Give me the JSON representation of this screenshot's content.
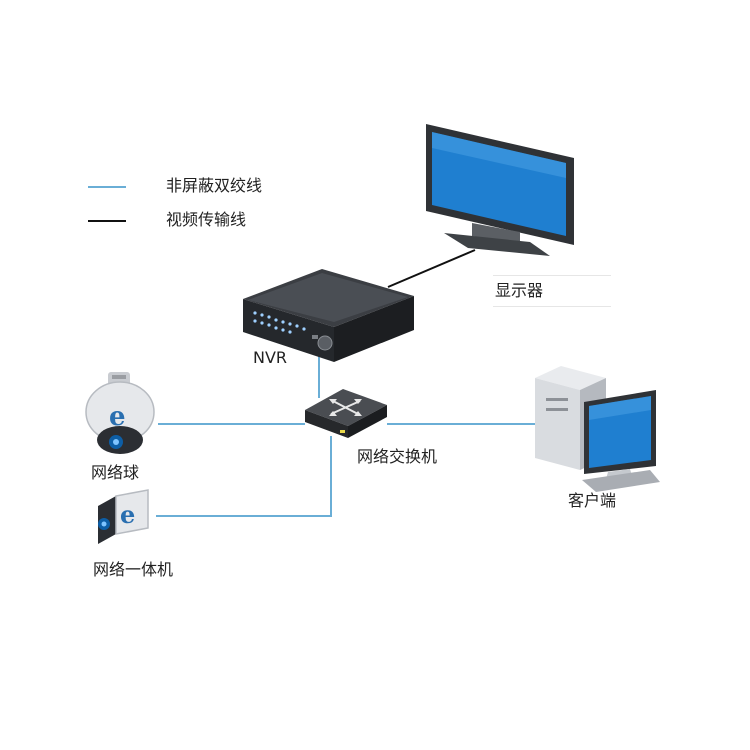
{
  "legend": [
    {
      "label": "非屏蔽双绞线",
      "color": "#6aaed6"
    },
    {
      "label": "视频传输线",
      "color": "#111111"
    }
  ],
  "devices": {
    "monitor": "显示器",
    "nvr": "NVR",
    "switch": "网络交换机",
    "dome": "网络球",
    "bullet": "网络一体机",
    "client": "客户端"
  },
  "colors": {
    "utp": "#6aaed6",
    "video": "#111111",
    "screen": "#1f7fd0",
    "device_dark": "#2b2e33"
  }
}
